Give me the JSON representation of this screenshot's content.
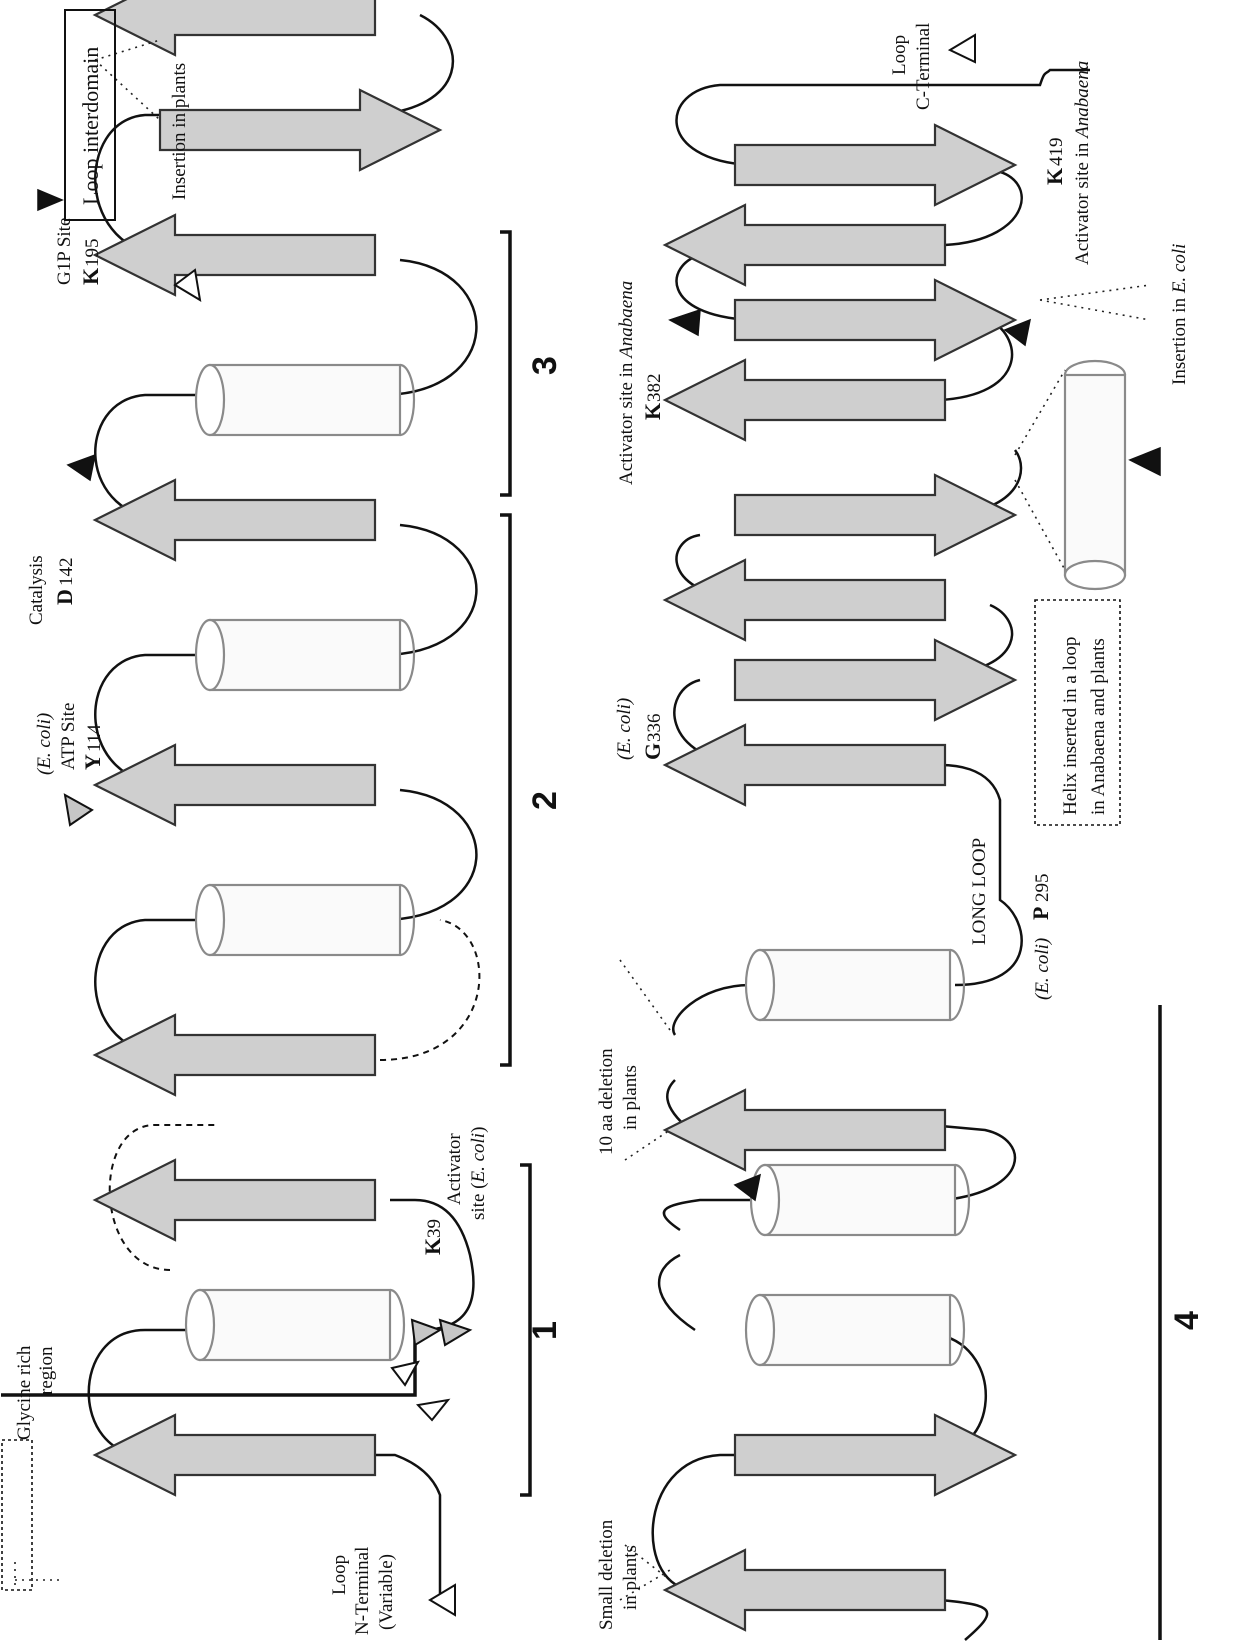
{
  "labels": {
    "loop_n_terminal": "Loop",
    "loop_n_terminal_2": "N-Terminal",
    "loop_n_terminal_3": "(Variable)",
    "glycine_rich": "Glycine rich",
    "glycine_rich_2": "region",
    "k39": "K",
    "k39_num": "39",
    "activator_ecoli_1": "Activator",
    "activator_ecoli_2": "site (",
    "activator_ecoli_ital": "E. coli",
    "activator_ecoli_3": ")",
    "atp_ecoli": "(E. coli)",
    "atp_site": "ATP Site",
    "y114": "Y",
    "y114_num": "114",
    "catalysis": "Catalysis",
    "d142": "D",
    "d142_num": "142",
    "g1p_site": "G1P Site",
    "k195": "K",
    "k195_num": "195",
    "loop_interdomain": "Loop interdomain",
    "insertion_plants": "Insertion in plants",
    "small_deletion_1": "Small deletion",
    "small_deletion_2": "in plants",
    "ten_aa_deletion_1": "10 aa deletion",
    "ten_aa_deletion_2": "in plants",
    "p295_prefix": "(E. coli)",
    "p295": "P",
    "p295_num": "295",
    "long_loop": "LONG LOOP",
    "g336_ecoli": "(E. coli)",
    "g336": "G",
    "g336_num": "336",
    "helix_inserted_1": "Helix inserted in a loop",
    "helix_inserted_2": "in Anabaena and plants",
    "activator_anabaena_1": "Activator site in ",
    "activator_anabaena_ital": "Anabaena",
    "k382": "K",
    "k382_num": "382",
    "insertion_ecoli": "Insertion in ",
    "insertion_ecoli_ital": "E. coli",
    "k419": "K",
    "k419_num": "419",
    "activator_anabaena2": "Activator site in ",
    "activator_anabaena2_ital": "Anabaena",
    "loop_c_terminal_1": "Loop",
    "loop_c_terminal_2": "C-Terminal"
  },
  "domains": {
    "d1": "1",
    "d2": "2",
    "d3": "3",
    "d4": "4"
  }
}
